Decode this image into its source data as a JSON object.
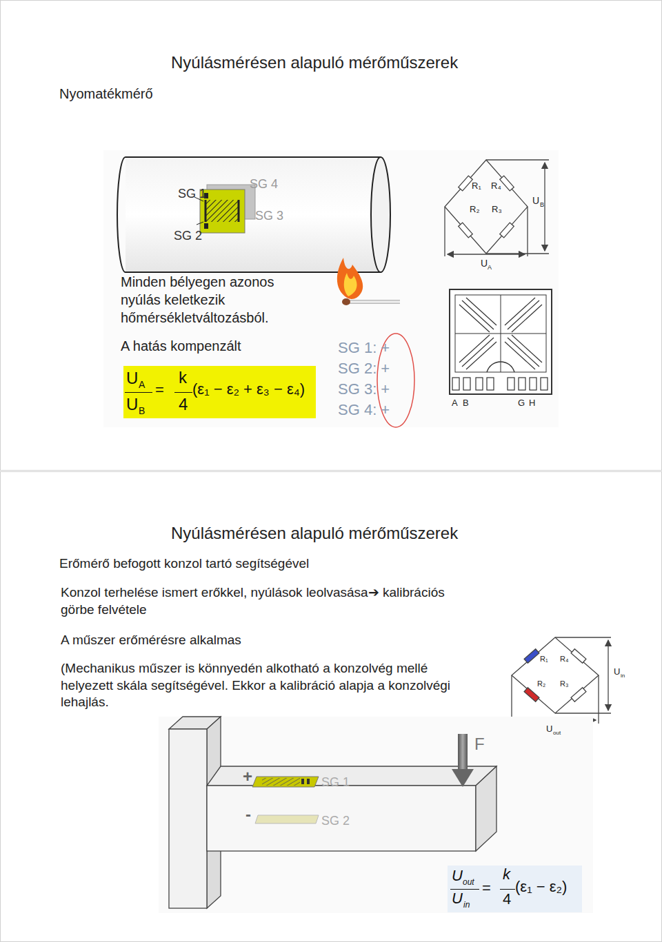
{
  "diagram": {
    "nodes": [
      {
        "text": [
          "Nyúlásmérésen alapuló mérőműszerek",
          "Nyomatékmérő"
        ]
      },
      {
        "text": [
          "Nyúlásmérésen alapuló mérőműszerek",
          "Erőmérő befogott konzol tartó segítségével"
        ]
      },
      {
        "text": [
          "U",
          "A",
          "U",
          "B",
          "=",
          "k",
          "4",
          "(ε₁ − ε₂ + ε₃ − ε₄)"
        ],
        "in": 0
      },
      {
        "text": [
          "U",
          "out",
          "U",
          "in",
          "=",
          "k",
          "4",
          "(ε₁ − ε₂)"
        ],
        "in": 1
      }
    ],
    "labels": [
      "SG 1",
      "SG 4",
      "SG 3",
      "SG 2",
      "R₁",
      "R₄",
      "R₂",
      "R₃",
      "U",
      "B",
      "U",
      "A",
      "Minden bélyegen azonos nyúlás keletkezik hőmérsékletváltozásból.",
      "A hatás kompenzált",
      "A",
      "B",
      "G",
      "H",
      "SG 1: +",
      "SG 2: +",
      "SG 3: +",
      "SG 4: +",
      "Konzol terhelése ismert erőkkel, nyúlások leolvasása➔ kalibrációs görbe felvétele",
      "A műszer erőmérésre alkalmas",
      "(Mechanikus műszer is könnyedén alkotható a konzolvég mellé helyezett skála segítségével. Ekkor a kalibráció alapja a konzolvégi lehajlás.",
      "R₁",
      "R₄",
      "R₂",
      "R₃",
      "U",
      "in",
      "U",
      "out",
      "F",
      "+",
      "SG 1",
      "-",
      "SG 2"
    ]
  }
}
